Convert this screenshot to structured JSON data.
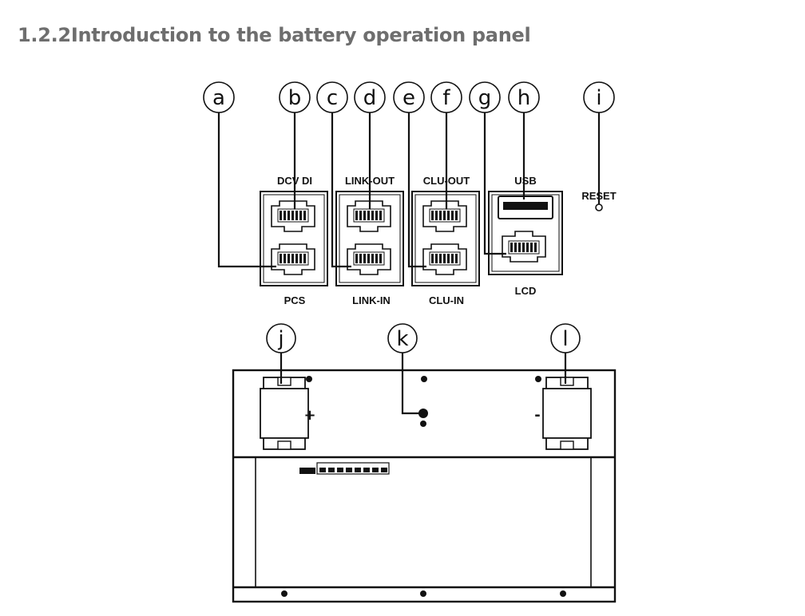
{
  "heading": "1.2.2Introduction to the battery operation panel",
  "colors": {
    "heading": "#6e6e6e",
    "line": "#111111"
  },
  "callouts": {
    "a": "a",
    "b": "b",
    "c": "c",
    "d": "d",
    "e": "e",
    "f": "f",
    "g": "g",
    "h": "h",
    "i": "i",
    "j": "j",
    "k": "k",
    "l": "l"
  },
  "ports": {
    "dcv_di": "DCV DI",
    "link_out": "LINK-OUT",
    "clu_out": "CLU-OUT",
    "usb": "USB",
    "reset": "RESET",
    "pcs": "PCS",
    "link_in": "LINK-IN",
    "clu_in": "CLU-IN",
    "lcd": "LCD"
  },
  "terminals": {
    "positive": "+",
    "negative": "-"
  }
}
